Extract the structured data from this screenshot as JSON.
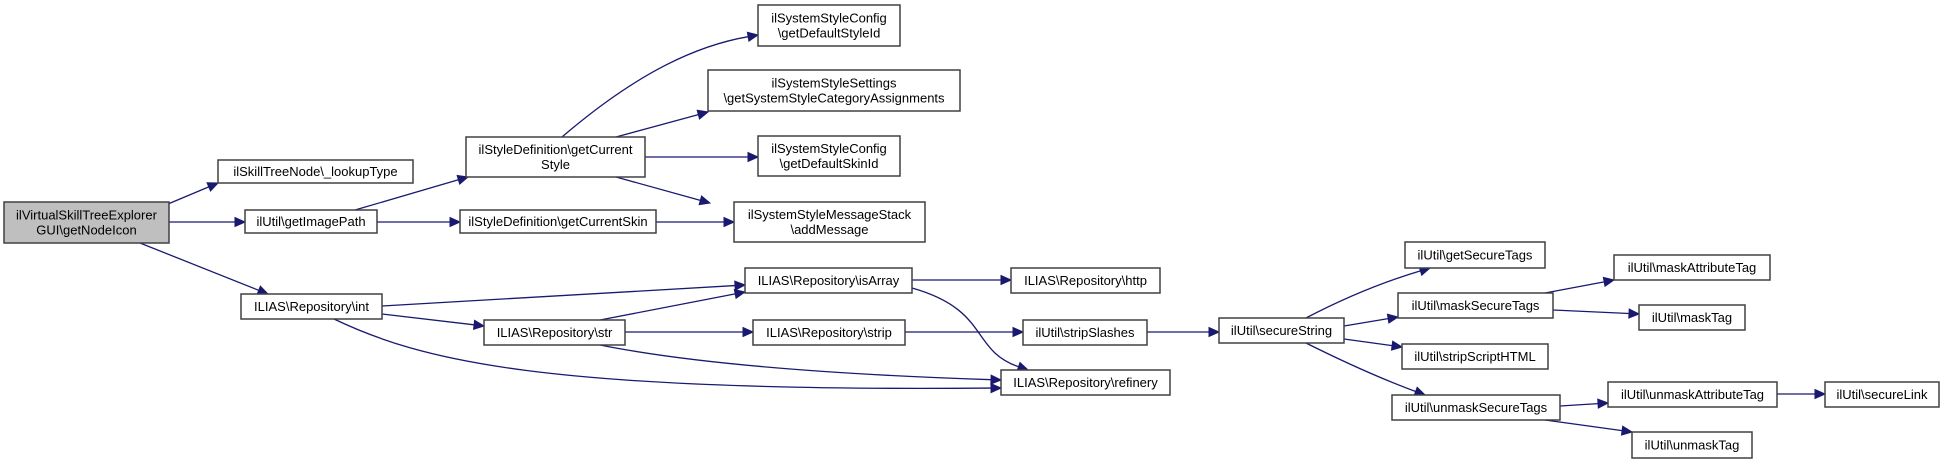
{
  "diagram": {
    "type": "call-graph",
    "colors": {
      "edge": "#191970",
      "root_fill": "#bfbfbf",
      "node_fill": "#ffffff",
      "node_border": "#404040"
    },
    "nodes": [
      {
        "id": "root",
        "lines": [
          "ilVirtualSkillTreeExplorer",
          "GUI\\getNodeIcon"
        ],
        "root": true
      },
      {
        "id": "lookupType",
        "lines": [
          "ilSkillTreeNode\\_lookupType"
        ]
      },
      {
        "id": "getImagePath",
        "lines": [
          "ilUtil\\getImagePath"
        ]
      },
      {
        "id": "repoInt",
        "lines": [
          "ILIAS\\Repository\\int"
        ]
      },
      {
        "id": "getCurrentStyle",
        "lines": [
          "ilStyleDefinition\\getCurrent",
          "Style"
        ]
      },
      {
        "id": "getCurrentSkin",
        "lines": [
          "ilStyleDefinition\\getCurrentSkin"
        ]
      },
      {
        "id": "getDefaultStyleId",
        "lines": [
          "ilSystemStyleConfig",
          "\\getDefaultStyleId"
        ]
      },
      {
        "id": "categoryAssignments",
        "lines": [
          "ilSystemStyleSettings",
          "\\getSystemStyleCategoryAssignments"
        ]
      },
      {
        "id": "getDefaultSkinId",
        "lines": [
          "ilSystemStyleConfig",
          "\\getDefaultSkinId"
        ]
      },
      {
        "id": "addMessage",
        "lines": [
          "ilSystemStyleMessageStack",
          "\\addMessage"
        ]
      },
      {
        "id": "repoStr",
        "lines": [
          "ILIAS\\Repository\\str"
        ]
      },
      {
        "id": "isArray",
        "lines": [
          "ILIAS\\Repository\\isArray"
        ]
      },
      {
        "id": "http",
        "lines": [
          "ILIAS\\Repository\\http"
        ]
      },
      {
        "id": "strip",
        "lines": [
          "ILIAS\\Repository\\strip"
        ]
      },
      {
        "id": "stripSlashes",
        "lines": [
          "ilUtil\\stripSlashes"
        ]
      },
      {
        "id": "refinery",
        "lines": [
          "ILIAS\\Repository\\refinery"
        ]
      },
      {
        "id": "secureString",
        "lines": [
          "ilUtil\\secureString"
        ]
      },
      {
        "id": "getSecureTags",
        "lines": [
          "ilUtil\\getSecureTags"
        ]
      },
      {
        "id": "maskSecureTags",
        "lines": [
          "ilUtil\\maskSecureTags"
        ]
      },
      {
        "id": "stripScriptHTML",
        "lines": [
          "ilUtil\\stripScriptHTML"
        ]
      },
      {
        "id": "unmaskSecureTags",
        "lines": [
          "ilUtil\\unmaskSecureTags"
        ]
      },
      {
        "id": "maskAttributeTag",
        "lines": [
          "ilUtil\\maskAttributeTag"
        ]
      },
      {
        "id": "maskTag",
        "lines": [
          "ilUtil\\maskTag"
        ]
      },
      {
        "id": "unmaskAttributeTag",
        "lines": [
          "ilUtil\\unmaskAttributeTag"
        ]
      },
      {
        "id": "secureLink",
        "lines": [
          "ilUtil\\secureLink"
        ]
      },
      {
        "id": "unmaskTag",
        "lines": [
          "ilUtil\\unmaskTag"
        ]
      }
    ],
    "edges": [
      {
        "from": "root",
        "to": "lookupType"
      },
      {
        "from": "root",
        "to": "getImagePath"
      },
      {
        "from": "root",
        "to": "repoInt"
      },
      {
        "from": "getImagePath",
        "to": "getCurrentStyle"
      },
      {
        "from": "getImagePath",
        "to": "getCurrentSkin"
      },
      {
        "from": "getCurrentStyle",
        "to": "getDefaultStyleId"
      },
      {
        "from": "getCurrentStyle",
        "to": "categoryAssignments"
      },
      {
        "from": "getCurrentStyle",
        "to": "getDefaultSkinId"
      },
      {
        "from": "getCurrentStyle",
        "to": "addMessage"
      },
      {
        "from": "getCurrentSkin",
        "to": "addMessage"
      },
      {
        "from": "repoInt",
        "to": "isArray"
      },
      {
        "from": "repoInt",
        "to": "repoStr"
      },
      {
        "from": "repoInt",
        "to": "refinery"
      },
      {
        "from": "repoStr",
        "to": "isArray"
      },
      {
        "from": "repoStr",
        "to": "strip"
      },
      {
        "from": "repoStr",
        "to": "refinery"
      },
      {
        "from": "isArray",
        "to": "http"
      },
      {
        "from": "isArray",
        "to": "refinery"
      },
      {
        "from": "strip",
        "to": "stripSlashes"
      },
      {
        "from": "stripSlashes",
        "to": "secureString"
      },
      {
        "from": "secureString",
        "to": "getSecureTags"
      },
      {
        "from": "secureString",
        "to": "maskSecureTags"
      },
      {
        "from": "secureString",
        "to": "stripScriptHTML"
      },
      {
        "from": "secureString",
        "to": "unmaskSecureTags"
      },
      {
        "from": "maskSecureTags",
        "to": "maskAttributeTag"
      },
      {
        "from": "maskSecureTags",
        "to": "maskTag"
      },
      {
        "from": "unmaskSecureTags",
        "to": "unmaskAttributeTag"
      },
      {
        "from": "unmaskSecureTags",
        "to": "unmaskTag"
      },
      {
        "from": "unmaskAttributeTag",
        "to": "secureLink"
      }
    ]
  }
}
